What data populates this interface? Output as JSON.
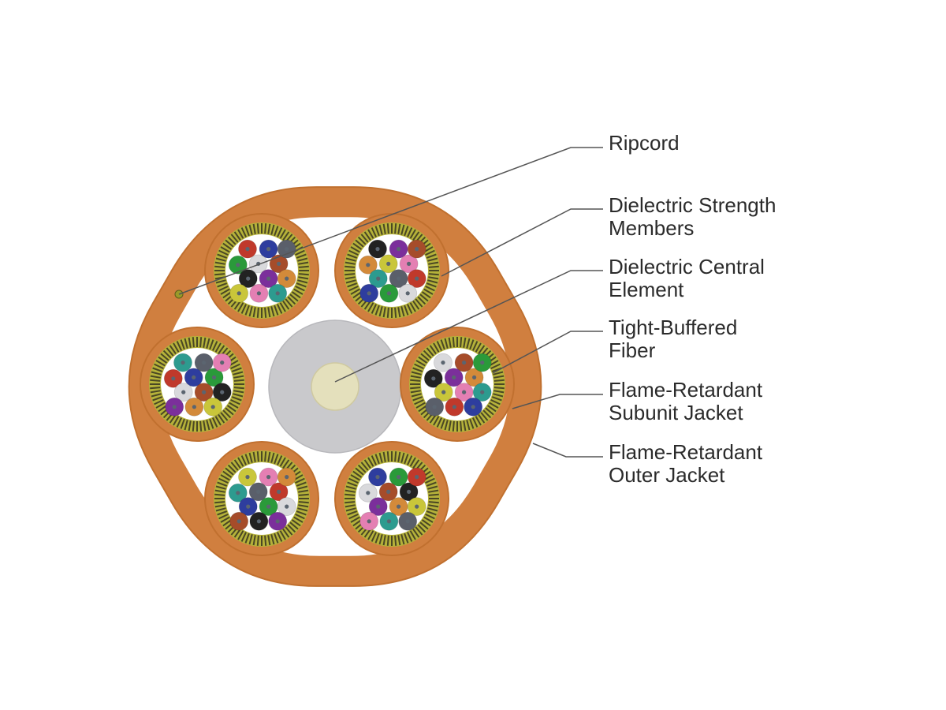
{
  "diagram": {
    "labels": [
      {
        "lines": [
          "Ripcord"
        ]
      },
      {
        "lines": [
          "Dielectric Strength",
          "Members"
        ]
      },
      {
        "lines": [
          "Dielectric Central",
          "Element"
        ]
      },
      {
        "lines": [
          "Tight-Buffered",
          "Fiber"
        ]
      },
      {
        "lines": [
          "Flame-Retardant",
          "Subunit Jacket"
        ]
      },
      {
        "lines": [
          "Flame-Retardant",
          "Outer Jacket"
        ]
      }
    ],
    "colors": {
      "jacket": "#d07f3f",
      "jacket_edge": "#c0702f",
      "inner_fill": "#ffffff",
      "central_element": "#c9c9cc",
      "central_core": "#e4e0bc",
      "strength_dark": "#4a4724",
      "strength_light": "#b5b23a",
      "leader_line": "#555555"
    },
    "fiber_colors": [
      "#c0392b",
      "#2e3d9e",
      "#2a9a3a",
      "#d9d9dc",
      "#a64c2a",
      "#222222",
      "#7b2f9b",
      "#d38a3a",
      "#c9c63a",
      "#e47fb3",
      "#2d9b8f",
      "#5a5f6a"
    ]
  }
}
